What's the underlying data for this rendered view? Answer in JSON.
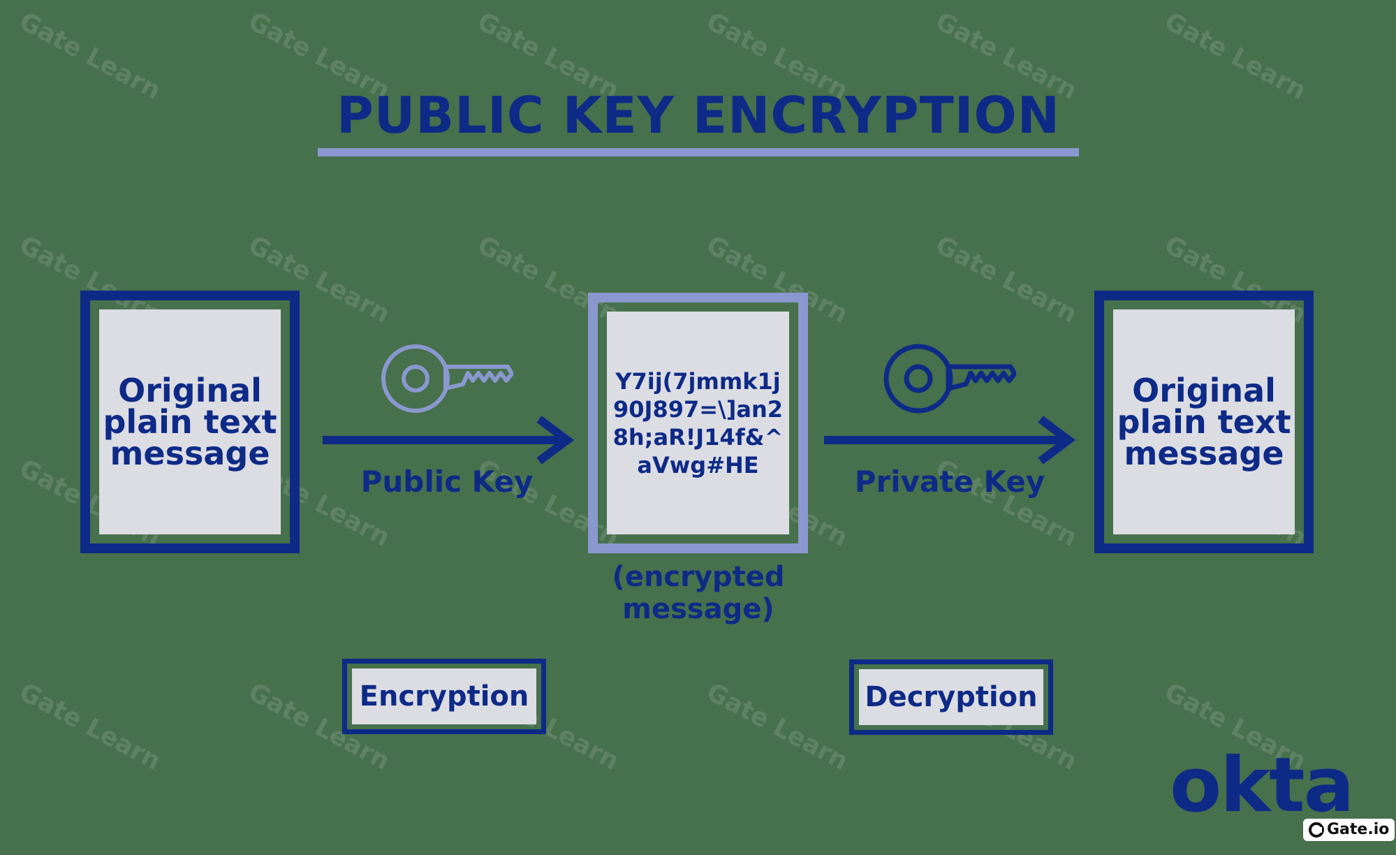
{
  "title": "PUBLIC KEY ENCRYPTION",
  "plaintext_left": "Original\nplain text\nmessage",
  "ciphertext": "Y7ij(7jmmk1j\n90J897=\\]an2\n8h;aR!J14f&^\naVwg#HE",
  "ciphertext_caption": "(encrypted\nmessage)",
  "plaintext_right": "Original\nplain text\nmessage",
  "public_key_label": "Public Key",
  "private_key_label": "Private Key",
  "encryption_label": "Encryption",
  "decryption_label": "Decryption",
  "watermark_text": "Gate Learn",
  "brand_logo": "okta",
  "badge_text": "Gate.io",
  "colors": {
    "background": "#47704c",
    "primary_blue": "#0e2a87",
    "light_blue": "#8a98cf",
    "paper": "#dcdde3"
  },
  "icons": [
    "public-key-icon",
    "private-key-icon",
    "arrow-right-icon"
  ]
}
